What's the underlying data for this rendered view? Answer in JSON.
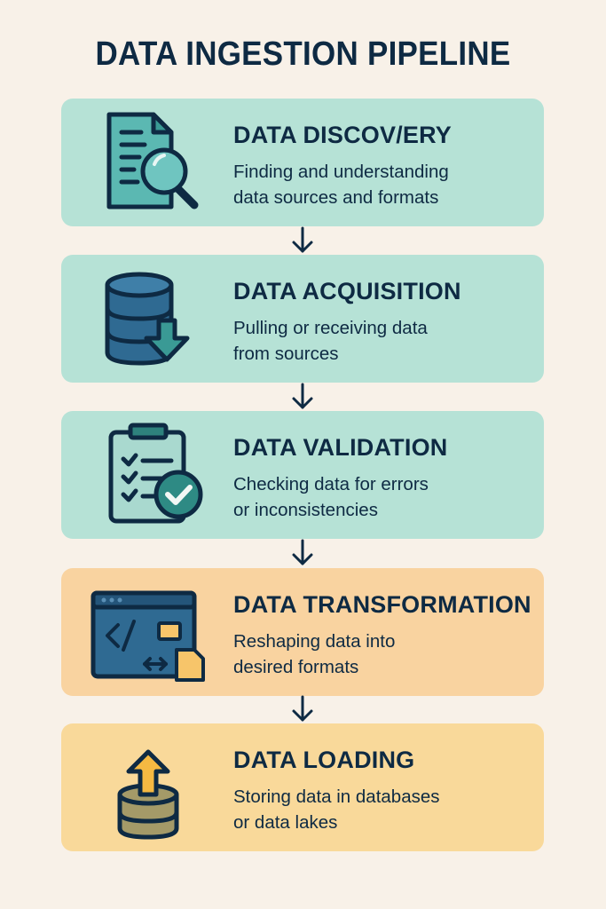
{
  "title": "DATA INGESTION PIPELINE",
  "colors": {
    "background": "#F8F1E8",
    "text": "#0E2A43",
    "card_teal": "#B6E2D6",
    "card_orange": "#F9D3A0",
    "card_yellow": "#F9D99A"
  },
  "steps": [
    {
      "heading": "DATA DISCOV/ERY",
      "line1": "Finding and understanding",
      "line2": "data sources and formats",
      "icon": "document-search-icon",
      "color": "teal"
    },
    {
      "heading": "DATA ACQUISITION",
      "line1": "Pulling or receiving data",
      "line2": "from sources",
      "icon": "database-download-icon",
      "color": "teal"
    },
    {
      "heading": "DATA VALIDATION",
      "line1": "Checking data for errors",
      "line2": "or inconsistencies",
      "icon": "clipboard-check-icon",
      "color": "teal"
    },
    {
      "heading": "DATA TRANSFORMATION",
      "line1": "Reshaping data into",
      "line2": "desired formats",
      "icon": "code-window-transform-icon",
      "color": "orange"
    },
    {
      "heading": "DATA LOADING",
      "line1": "Storing data in databases",
      "line2": "or data lakes",
      "icon": "database-upload-icon",
      "color": "yellow"
    }
  ],
  "connectors": [
    "arrow-down",
    "arrow-down",
    "arrow-down",
    "arrow-down"
  ]
}
